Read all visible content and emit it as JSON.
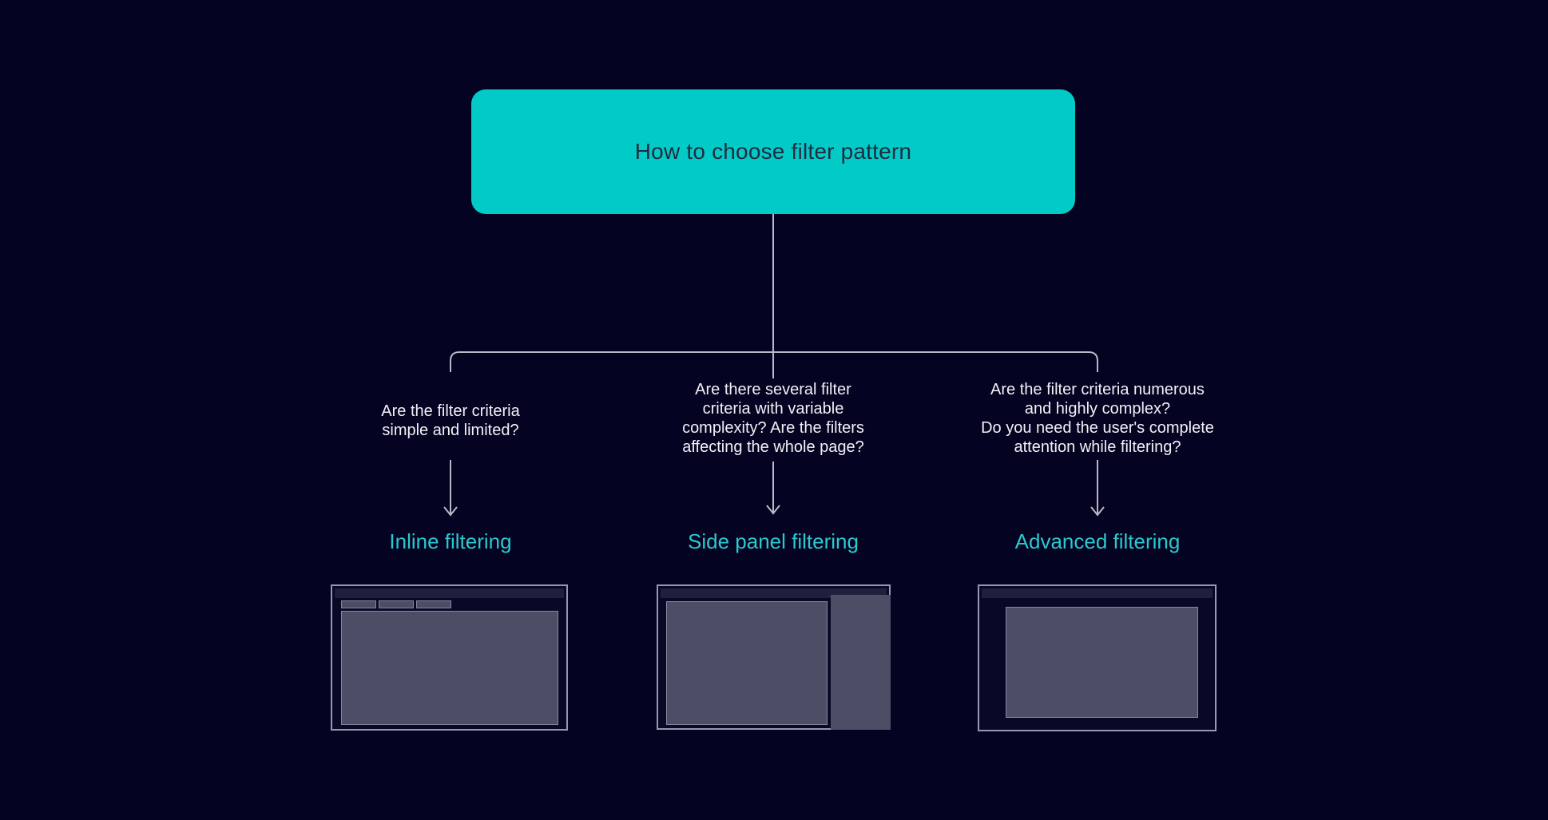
{
  "colors": {
    "background": "#050322",
    "accent_teal": "#02CBC7",
    "teal_label_text": "#2AC9CE",
    "root_title_text": "#232A41",
    "question_text": "#F0F1F6",
    "connector_line": "#B9BAC7",
    "wireframe_border": "#9698AF",
    "wireframe_fill": "#0A0827",
    "wireframe_header": "#211F3E",
    "wireframe_block": "#4D4D66"
  },
  "root": {
    "title": "How to choose filter pattern"
  },
  "branches": [
    {
      "question_lines": [
        "Are the filter criteria",
        "simple and limited?"
      ],
      "label": "Inline filtering",
      "thumbnail_icon": "inline-filtering-wireframe"
    },
    {
      "question_lines": [
        "Are there several filter",
        "criteria with variable",
        "complexity? Are the filters",
        "affecting the whole page?"
      ],
      "label": "Side panel filtering",
      "thumbnail_icon": "side-panel-filtering-wireframe"
    },
    {
      "question_lines": [
        "Are the filter criteria numerous",
        "and highly complex?",
        "Do you need the user's complete",
        "attention while filtering?"
      ],
      "label": "Advanced filtering",
      "thumbnail_icon": "advanced-filtering-wireframe"
    }
  ]
}
